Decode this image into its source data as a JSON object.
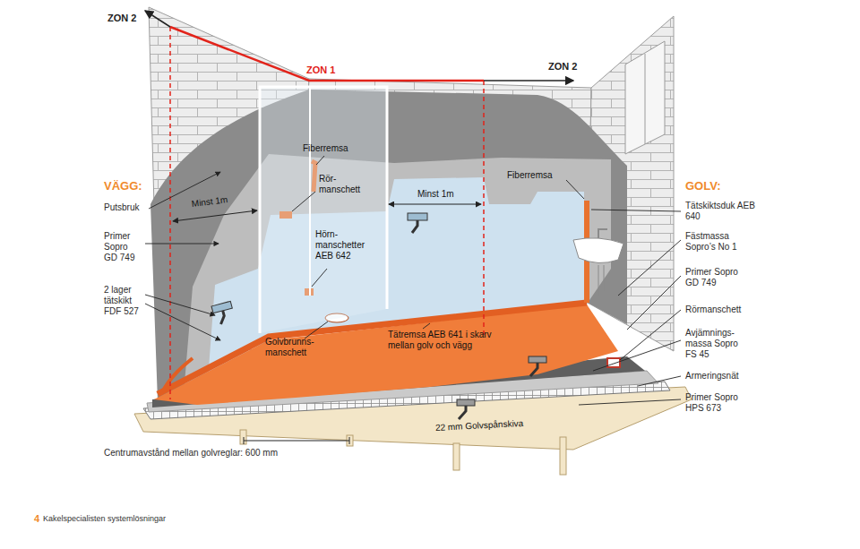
{
  "diagram": {
    "labels": [
      "ZON 2",
      "ZON 1",
      "ZON 2",
      "Fiberremsa",
      "Fiberremsa",
      "VÄGG:",
      "Putsbruk",
      "Minst 1m",
      "Rör- manschett",
      "Minst 1m",
      "GOLV:",
      "Tätskiktsduk AEB 640",
      "Primer Sopro GD 749",
      "Hörn- manschetter AEB 642",
      "Fästmassa Sopro’s No 1",
      "Primer Sopro GD 749",
      "2 lager tätskikt FDF 527",
      "Rörmanschett",
      "Tätremsa AEB 641 i skarv mellan golv och vägg",
      "Golvbrunns- manschett",
      "Avjämnings- massa Sopro FS 45",
      "Armeringsnät",
      "Primer Sopro HPS 673",
      "22 mm Golvspånskiva",
      "Centrumavstånd mellan golvreglar: 600 mm",
      "4",
      "Kakelspecialisten systemlösningar"
    ]
  }
}
